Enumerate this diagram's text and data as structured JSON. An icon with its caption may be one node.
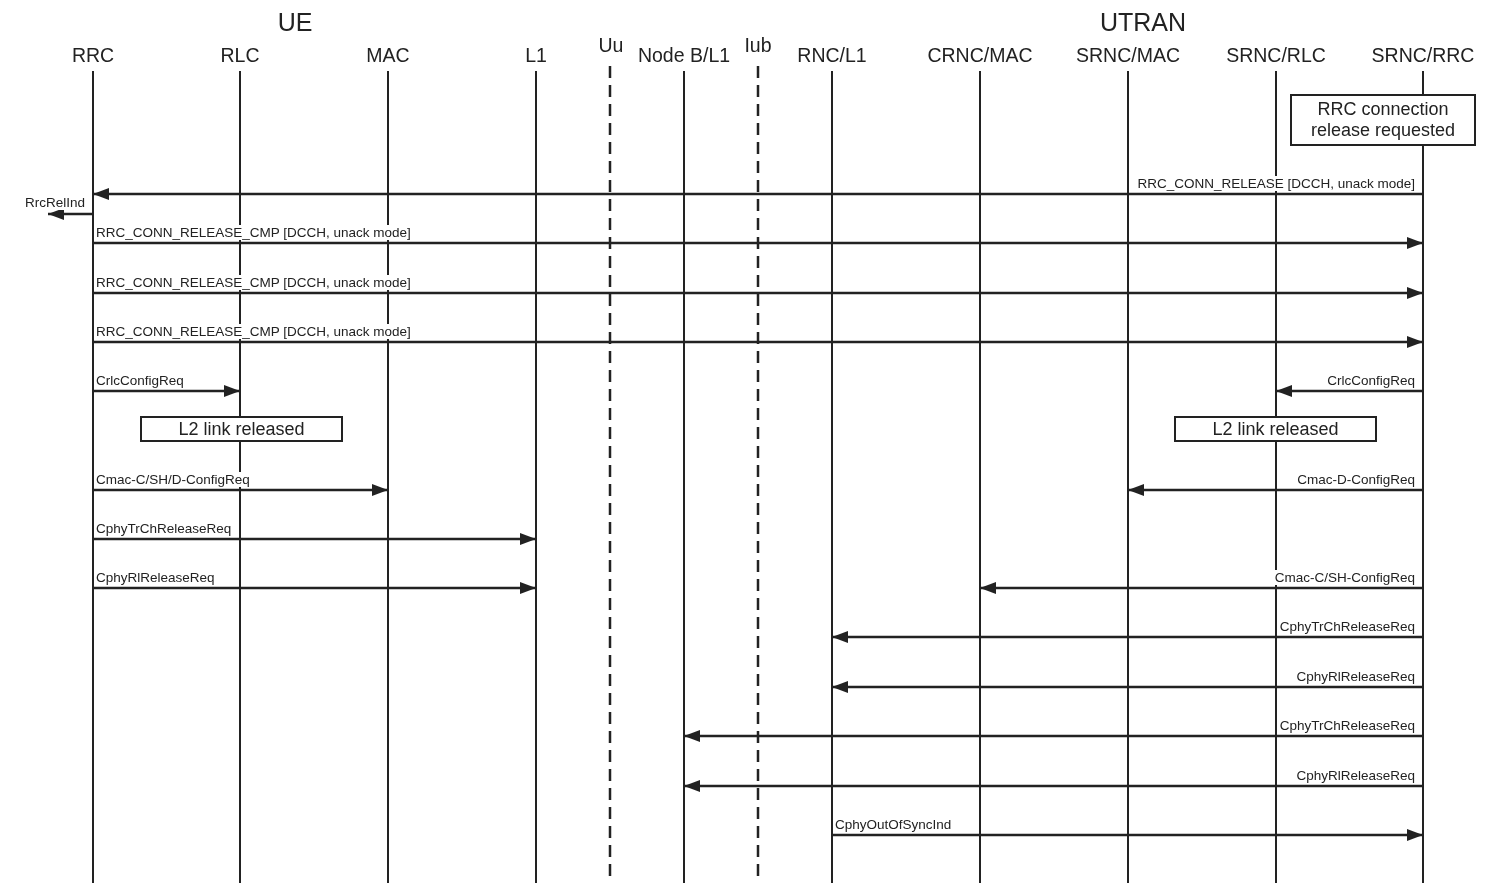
{
  "diagram": {
    "nodes": [
      {
        "text": [
          "RRC"
        ]
      },
      {
        "text": [
          "RLC"
        ]
      },
      {
        "text": [
          "MAC"
        ]
      },
      {
        "text": [
          "L1"
        ]
      },
      {
        "text": [
          "Node B/L1"
        ]
      },
      {
        "text": [
          "RNC/L1"
        ]
      },
      {
        "text": [
          "CRNC/MAC"
        ]
      },
      {
        "text": [
          "SRNC/MAC"
        ]
      },
      {
        "text": [
          "SRNC/RLC"
        ]
      },
      {
        "text": [
          "SRNC/RRC"
        ]
      },
      {
        "text": [
          "RRC connection release requested"
        ]
      },
      {
        "text": [
          "L2 link released"
        ]
      },
      {
        "text": [
          "L2 link released"
        ]
      }
    ],
    "edges": [
      {
        "from": 9,
        "to": 0,
        "arrow": "to",
        "label": "RRC_CONN_RELEASE [DCCH, unack mode]"
      },
      {
        "from": 0,
        "to": null,
        "arrow": "to",
        "label": "RrcRelInd"
      },
      {
        "from": 0,
        "to": 9,
        "arrow": "to",
        "label": "RRC_CONN_RELEASE_CMP [DCCH, unack mode]"
      },
      {
        "from": 0,
        "to": 9,
        "arrow": "to",
        "label": "RRC_CONN_RELEASE_CMP [DCCH, unack mode]"
      },
      {
        "from": 0,
        "to": 9,
        "arrow": "to",
        "label": "RRC_CONN_RELEASE_CMP [DCCH, unack mode]"
      },
      {
        "from": 0,
        "to": 1,
        "arrow": "to",
        "label": "CrlcConfigReq"
      },
      {
        "from": 9,
        "to": 8,
        "arrow": "to",
        "label": "CrlcConfigReq"
      },
      {
        "from": 0,
        "to": 2,
        "arrow": "to",
        "label": "Cmac-C/SH/D-ConfigReq"
      },
      {
        "from": 9,
        "to": 7,
        "arrow": "to",
        "label": "Cmac-D-ConfigReq"
      },
      {
        "from": 0,
        "to": 3,
        "arrow": "to",
        "label": "CphyTrChReleaseReq"
      },
      {
        "from": 0,
        "to": 3,
        "arrow": "to",
        "label": "CphyRlReleaseReq"
      },
      {
        "from": 9,
        "to": 6,
        "arrow": "to",
        "label": "Cmac-C/SH-ConfigReq"
      },
      {
        "from": 9,
        "to": 5,
        "arrow": "to",
        "label": "CphyTrChReleaseReq"
      },
      {
        "from": 9,
        "to": 5,
        "arrow": "to",
        "label": "CphyRlReleaseReq"
      },
      {
        "from": 9,
        "to": 4,
        "arrow": "to",
        "label": "CphyTrChReleaseReq"
      },
      {
        "from": 9,
        "to": 4,
        "arrow": "to",
        "label": "CphyRlReleaseReq"
      },
      {
        "from": 5,
        "to": 9,
        "arrow": "to",
        "label": "CphyOutOfSyncInd"
      }
    ],
    "labels": [
      "UE",
      "UTRAN",
      "Uu",
      "Iub"
    ]
  }
}
